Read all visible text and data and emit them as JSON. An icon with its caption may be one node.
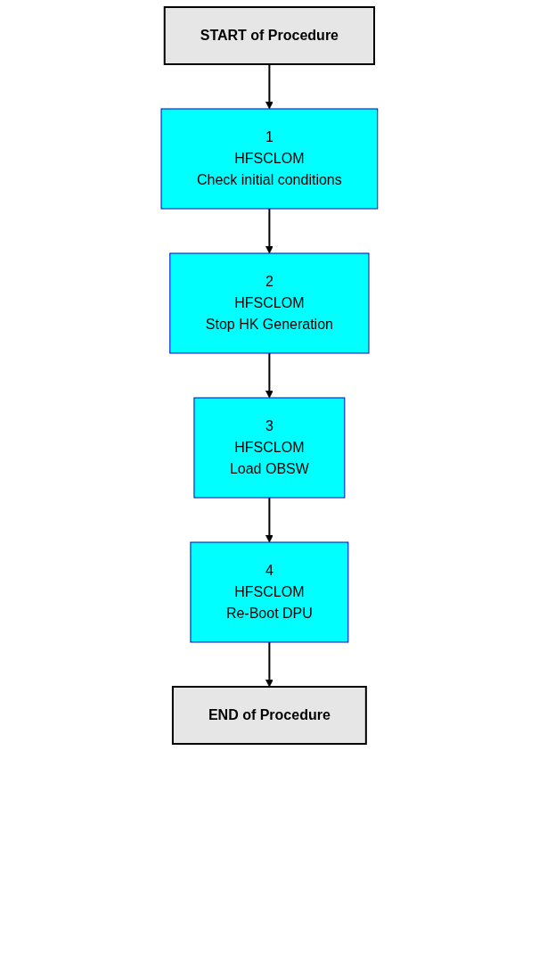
{
  "diagram": {
    "nodes": [
      {
        "text": [
          "START of Procedure"
        ]
      },
      {
        "text": [
          "1",
          "HFSCLOM",
          "Check initial conditions"
        ]
      },
      {
        "text": [
          "2",
          "HFSCLOM",
          "Stop HK Generation"
        ]
      },
      {
        "text": [
          "3",
          "HFSCLOM",
          "Load OBSW"
        ]
      },
      {
        "text": [
          "4",
          "HFSCLOM",
          "Re-Boot DPU"
        ]
      },
      {
        "text": [
          "END of Procedure"
        ]
      }
    ],
    "edges": [
      {
        "from": 0,
        "to": 1,
        "arrow": "to"
      },
      {
        "from": 1,
        "to": 2,
        "arrow": "to"
      },
      {
        "from": 2,
        "to": 3,
        "arrow": "to"
      },
      {
        "from": 3,
        "to": 4,
        "arrow": "to"
      },
      {
        "from": 4,
        "to": 5,
        "arrow": "to"
      }
    ]
  }
}
